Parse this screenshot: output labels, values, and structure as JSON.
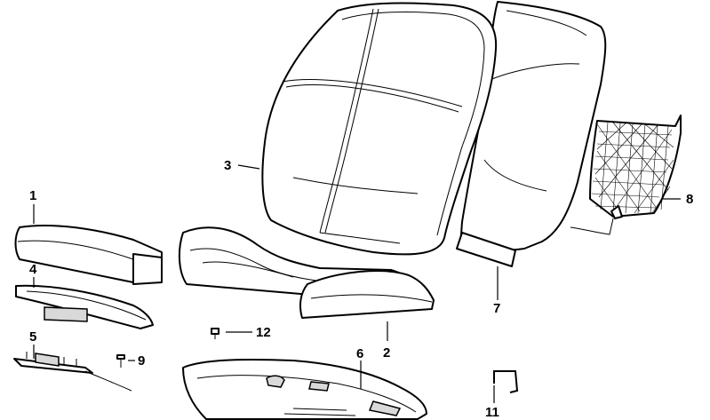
{
  "diagram": {
    "callouts": [
      {
        "id": "1",
        "label": "1"
      },
      {
        "id": "2",
        "label": "2"
      },
      {
        "id": "3",
        "label": "3"
      },
      {
        "id": "4",
        "label": "4"
      },
      {
        "id": "5",
        "label": "5"
      },
      {
        "id": "6",
        "label": "6"
      },
      {
        "id": "7",
        "label": "7"
      },
      {
        "id": "8",
        "label": "8"
      },
      {
        "id": "9",
        "label": "9"
      },
      {
        "id": "11",
        "label": "11"
      },
      {
        "id": "12",
        "label": "12"
      }
    ],
    "colors": {
      "line": "#000000",
      "background": "#ffffff",
      "shade": "#d9d9d9"
    }
  }
}
